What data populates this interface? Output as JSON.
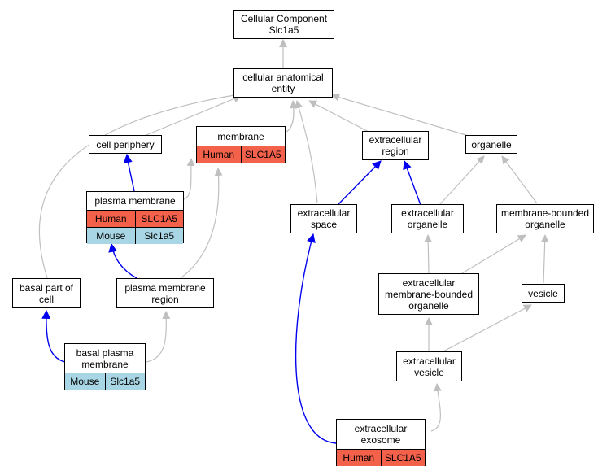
{
  "colors": {
    "human": "#f4614b",
    "mouse": "#a9d6e4",
    "isa": "#bfbfbf",
    "part_of": "#0000ee"
  },
  "nodes": {
    "root": "Cellular Component\nSlc1a5",
    "cae": "cellular anatomical\nentity",
    "cell_periphery": "cell periphery",
    "membrane": "membrane",
    "extracellular_region": "extracellular\nregion",
    "organelle": "organelle",
    "plasma_membrane": "plasma membrane",
    "extracellular_space": "extracellular\nspace",
    "extracellular_organelle": "extracellular\norganelle",
    "membrane_bounded_organelle": "membrane-bounded\norganelle",
    "basal_part_of_cell": "basal part of\ncell",
    "plasma_membrane_region": "plasma membrane\nregion",
    "ec_mb_organelle": "extracellular\nmembrane-bounded\norganelle",
    "vesicle": "vesicle",
    "basal_plasma_membrane": "basal plasma\nmembrane",
    "extracellular_vesicle": "extracellular\nvesicle",
    "extracellular_exosome": "extracellular\nexosome"
  },
  "annotations": {
    "membrane": [
      {
        "species": "Human",
        "gene": "SLC1A5"
      }
    ],
    "plasma_membrane": [
      {
        "species": "Human",
        "gene": "SLC1A5"
      },
      {
        "species": "Mouse",
        "gene": "Slc1a5"
      }
    ],
    "basal_plasma_membrane": [
      {
        "species": "Mouse",
        "gene": "Slc1a5"
      }
    ],
    "extracellular_exosome": [
      {
        "species": "Human",
        "gene": "SLC1A5"
      }
    ]
  }
}
